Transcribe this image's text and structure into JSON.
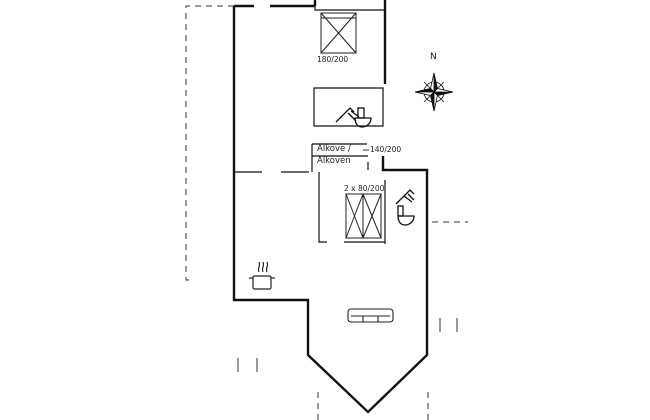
{
  "plan": {
    "labels": {
      "bed_top": "180/200",
      "alcove_line1": "Alkove /",
      "alcove_line2": "Alkoven",
      "alcove_size": "140/200",
      "bed_twin": "2 x 80/200",
      "north": "N"
    },
    "icons": [
      "bed-icon",
      "shower-icon",
      "toilet-icon",
      "stove-icon",
      "sofa-icon",
      "compass-rose-icon"
    ]
  }
}
